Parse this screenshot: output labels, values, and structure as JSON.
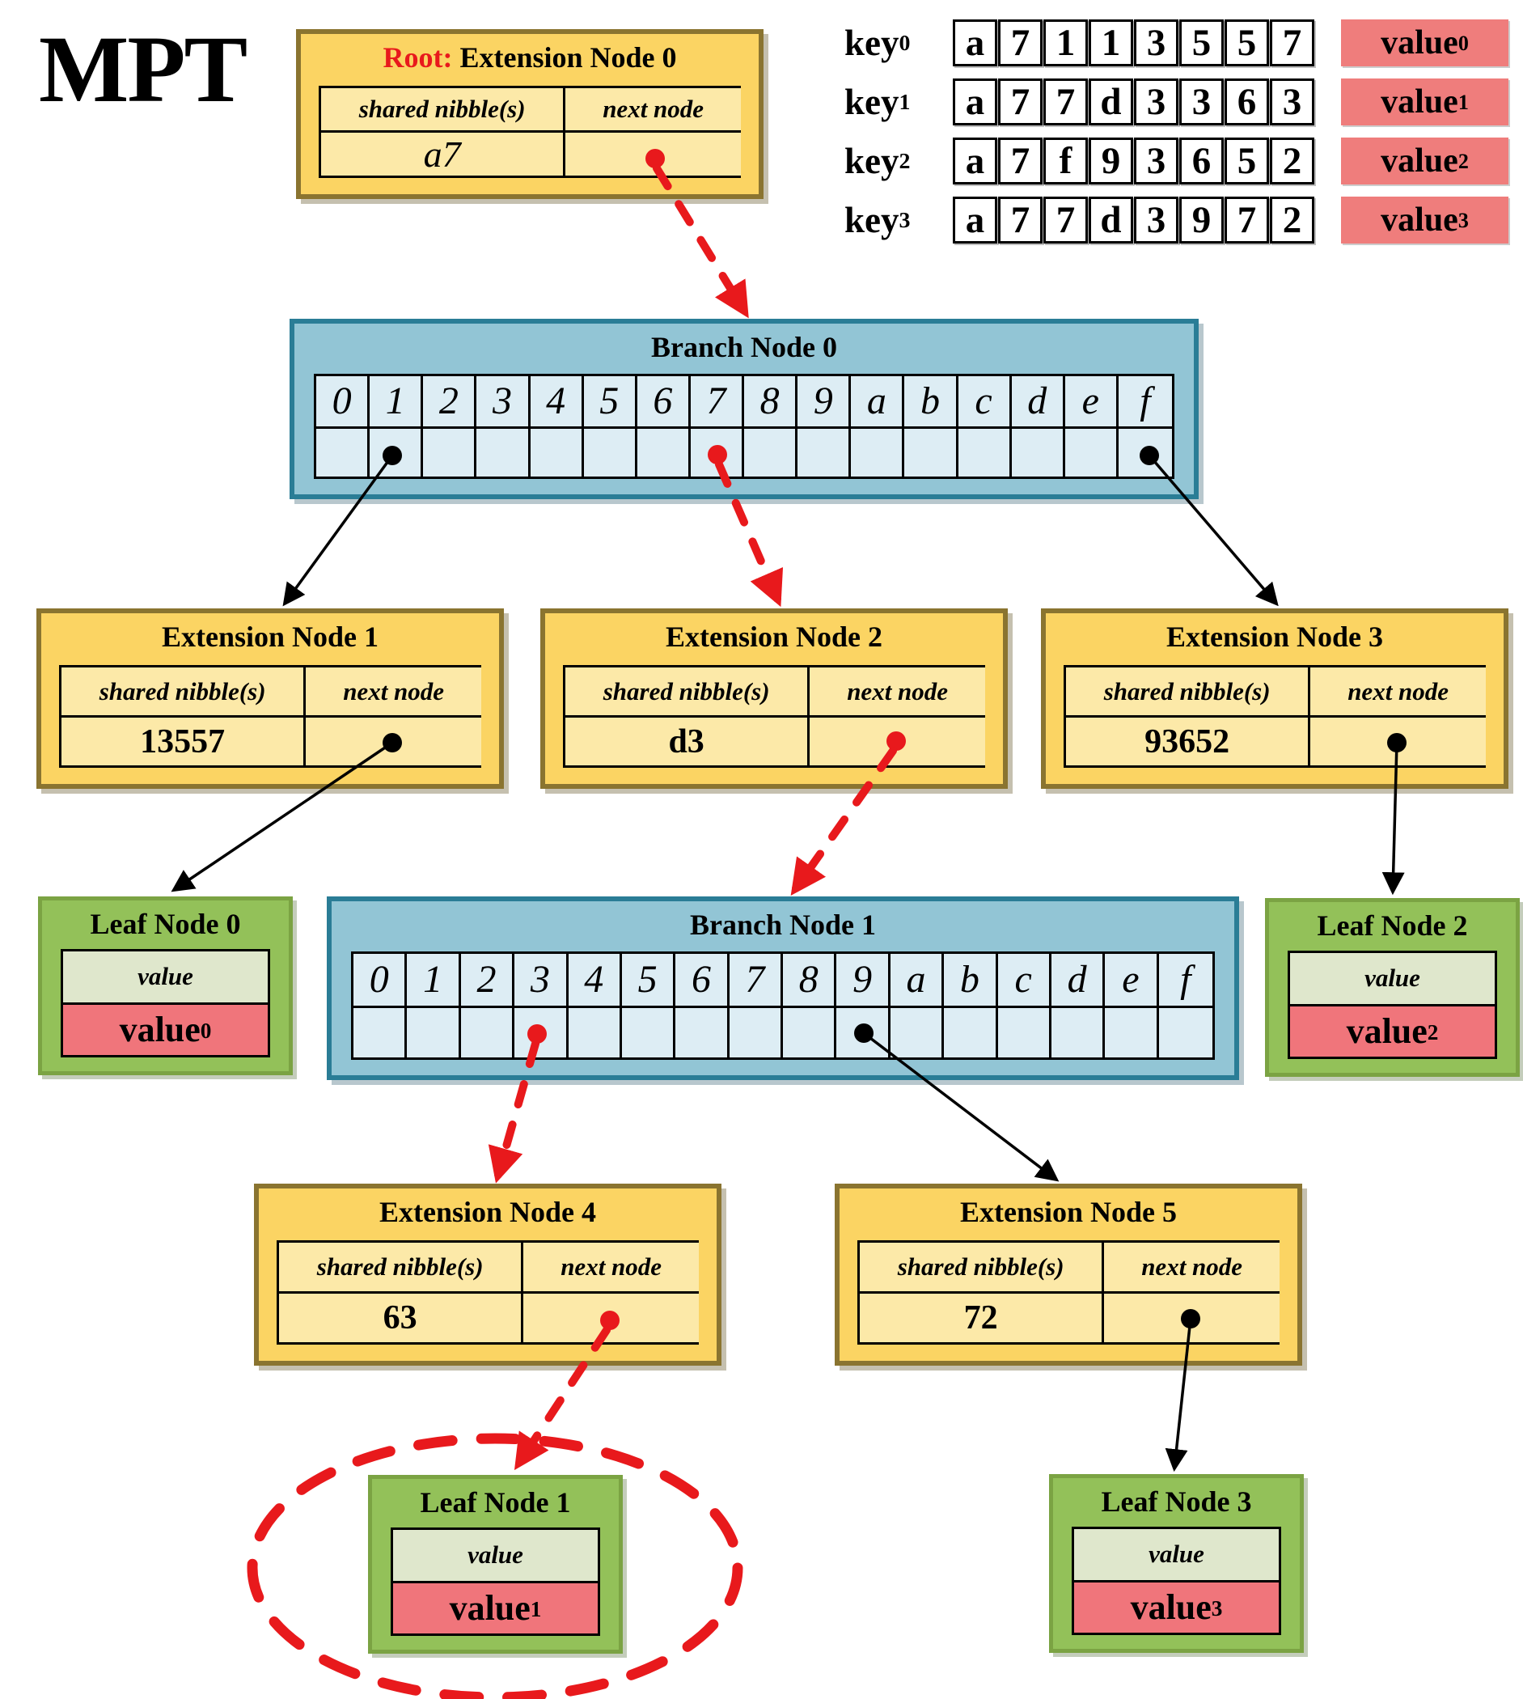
{
  "title": "MPT",
  "ext_headers": {
    "shared": "shared nibble(s)",
    "next": "next node"
  },
  "root_node": {
    "title_prefix": "Root:",
    "title": "Extension Node 0",
    "shared": "a7"
  },
  "extension_nodes": [
    {
      "title": "Extension Node 1",
      "shared": "13557"
    },
    {
      "title": "Extension Node 2",
      "shared": "d3"
    },
    {
      "title": "Extension Node 3",
      "shared": "93652"
    },
    {
      "title": "Extension Node 4",
      "shared": "63"
    },
    {
      "title": "Extension Node 5",
      "shared": "72"
    }
  ],
  "branch_nodes": [
    {
      "title": "Branch Node 0",
      "slots": [
        "0",
        "1",
        "2",
        "3",
        "4",
        "5",
        "6",
        "7",
        "8",
        "9",
        "a",
        "b",
        "c",
        "d",
        "e",
        "f"
      ]
    },
    {
      "title": "Branch Node 1",
      "slots": [
        "0",
        "1",
        "2",
        "3",
        "4",
        "5",
        "6",
        "7",
        "8",
        "9",
        "a",
        "b",
        "c",
        "d",
        "e",
        "f"
      ]
    }
  ],
  "leaf_nodes": [
    {
      "title": "Leaf Node 0",
      "value_header": "value",
      "value": {
        "label": "value",
        "sub": "0"
      }
    },
    {
      "title": "Leaf Node 1",
      "value_header": "value",
      "value": {
        "label": "value",
        "sub": "1"
      }
    },
    {
      "title": "Leaf Node 2",
      "value_header": "value",
      "value": {
        "label": "value",
        "sub": "2"
      }
    },
    {
      "title": "Leaf Node 3",
      "value_header": "value",
      "value": {
        "label": "value",
        "sub": "3"
      }
    }
  ],
  "keys": [
    {
      "label": "key",
      "sub": "0",
      "nibbles": [
        "a",
        "7",
        "1",
        "1",
        "3",
        "5",
        "5",
        "7"
      ],
      "value": {
        "label": "value",
        "sub": "0"
      }
    },
    {
      "label": "key",
      "sub": "1",
      "nibbles": [
        "a",
        "7",
        "7",
        "d",
        "3",
        "3",
        "6",
        "3"
      ],
      "value": {
        "label": "value",
        "sub": "1"
      }
    },
    {
      "label": "key",
      "sub": "2",
      "nibbles": [
        "a",
        "7",
        "f",
        "9",
        "3",
        "6",
        "5",
        "2"
      ],
      "value": {
        "label": "value",
        "sub": "2"
      }
    },
    {
      "label": "key",
      "sub": "3",
      "nibbles": [
        "a",
        "7",
        "7",
        "d",
        "3",
        "9",
        "7",
        "2"
      ],
      "value": {
        "label": "value",
        "sub": "3"
      }
    }
  ],
  "connections": [
    {
      "from": "Root Extension Node 0 / next node",
      "to": "Branch Node 0",
      "style": "red-dashed"
    },
    {
      "from": "Branch Node 0 / slot 1",
      "to": "Extension Node 1",
      "style": "black-solid"
    },
    {
      "from": "Branch Node 0 / slot 7",
      "to": "Extension Node 2",
      "style": "red-dashed"
    },
    {
      "from": "Branch Node 0 / slot f",
      "to": "Extension Node 3",
      "style": "black-solid"
    },
    {
      "from": "Extension Node 1 / next node",
      "to": "Leaf Node 0",
      "style": "black-solid"
    },
    {
      "from": "Extension Node 2 / next node",
      "to": "Branch Node 1",
      "style": "red-dashed"
    },
    {
      "from": "Extension Node 3 / next node",
      "to": "Leaf Node 2",
      "style": "black-solid"
    },
    {
      "from": "Branch Node 1 / slot 3",
      "to": "Extension Node 4",
      "style": "red-dashed"
    },
    {
      "from": "Branch Node 1 / slot 9",
      "to": "Extension Node 5",
      "style": "black-solid"
    },
    {
      "from": "Extension Node 4 / next node",
      "to": "Leaf Node 1",
      "style": "red-dashed"
    },
    {
      "from": "Extension Node 5 / next node",
      "to": "Leaf Node 3",
      "style": "black-solid"
    },
    {
      "highlight": "red dashed ellipse around Leaf Node 1"
    }
  ],
  "colors": {
    "ext_fill": "#fbd463",
    "ext_cell": "#fce9a8",
    "ext_border": "#8a7430",
    "branch_fill": "#92c5d5",
    "branch_cell": "#ddedf4",
    "branch_border": "#2a7d96",
    "leaf_fill": "#93c159",
    "leaf_border": "#7ba343",
    "leaf_value_header": "#dfe7cc",
    "leaf_value_fill": "#f0757b",
    "key_value_fill": "#ef7d7c",
    "accent_red": "#e8191c",
    "text": "#000000"
  }
}
